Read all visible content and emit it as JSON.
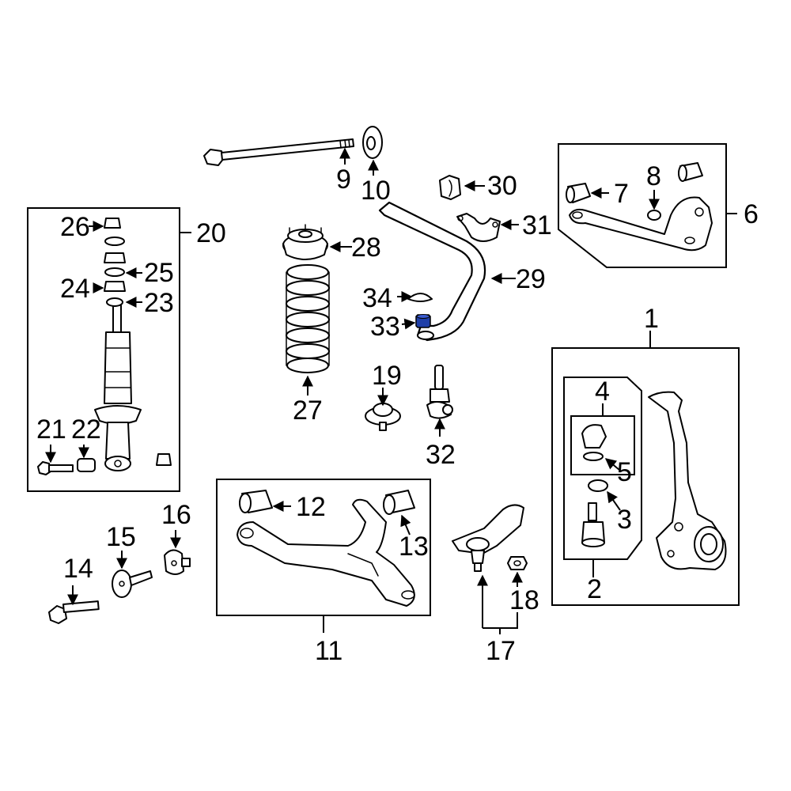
{
  "diagram": {
    "highlight_color": "#1f3fa8",
    "highlighted_part": "33",
    "labels": {
      "l1": "1",
      "l2": "2",
      "l3": "3",
      "l4": "4",
      "l5": "5",
      "l6": "6",
      "l7": "7",
      "l8": "8",
      "l9": "9",
      "l10": "10",
      "l11": "11",
      "l12": "12",
      "l13": "13",
      "l14": "14",
      "l15": "15",
      "l16": "16",
      "l17": "17",
      "l18": "18",
      "l19": "19",
      "l20": "20",
      "l21": "21",
      "l22": "22",
      "l23": "23",
      "l24": "24",
      "l25": "25",
      "l26": "26",
      "l27": "27",
      "l28": "28",
      "l29": "29",
      "l30": "30",
      "l31": "31",
      "l32": "32",
      "l33": "33",
      "l34": "34"
    }
  }
}
